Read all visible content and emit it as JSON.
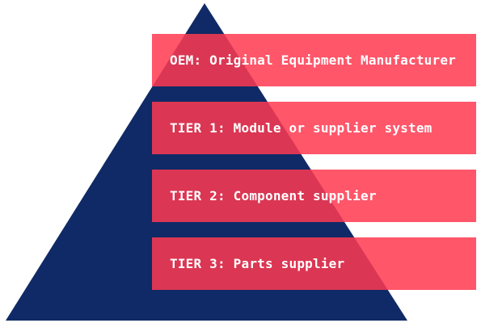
{
  "diagram": {
    "colors": {
      "pyramid": "#0f2a66",
      "band": "#ff3850",
      "text": "#ffffff"
    },
    "tiers": [
      {
        "label": "OEM: Original Equipment Manufacturer"
      },
      {
        "label": "TIER 1: Module or supplier system"
      },
      {
        "label": "TIER 2: Component supplier"
      },
      {
        "label": "TIER 3: Parts supplier"
      }
    ]
  }
}
